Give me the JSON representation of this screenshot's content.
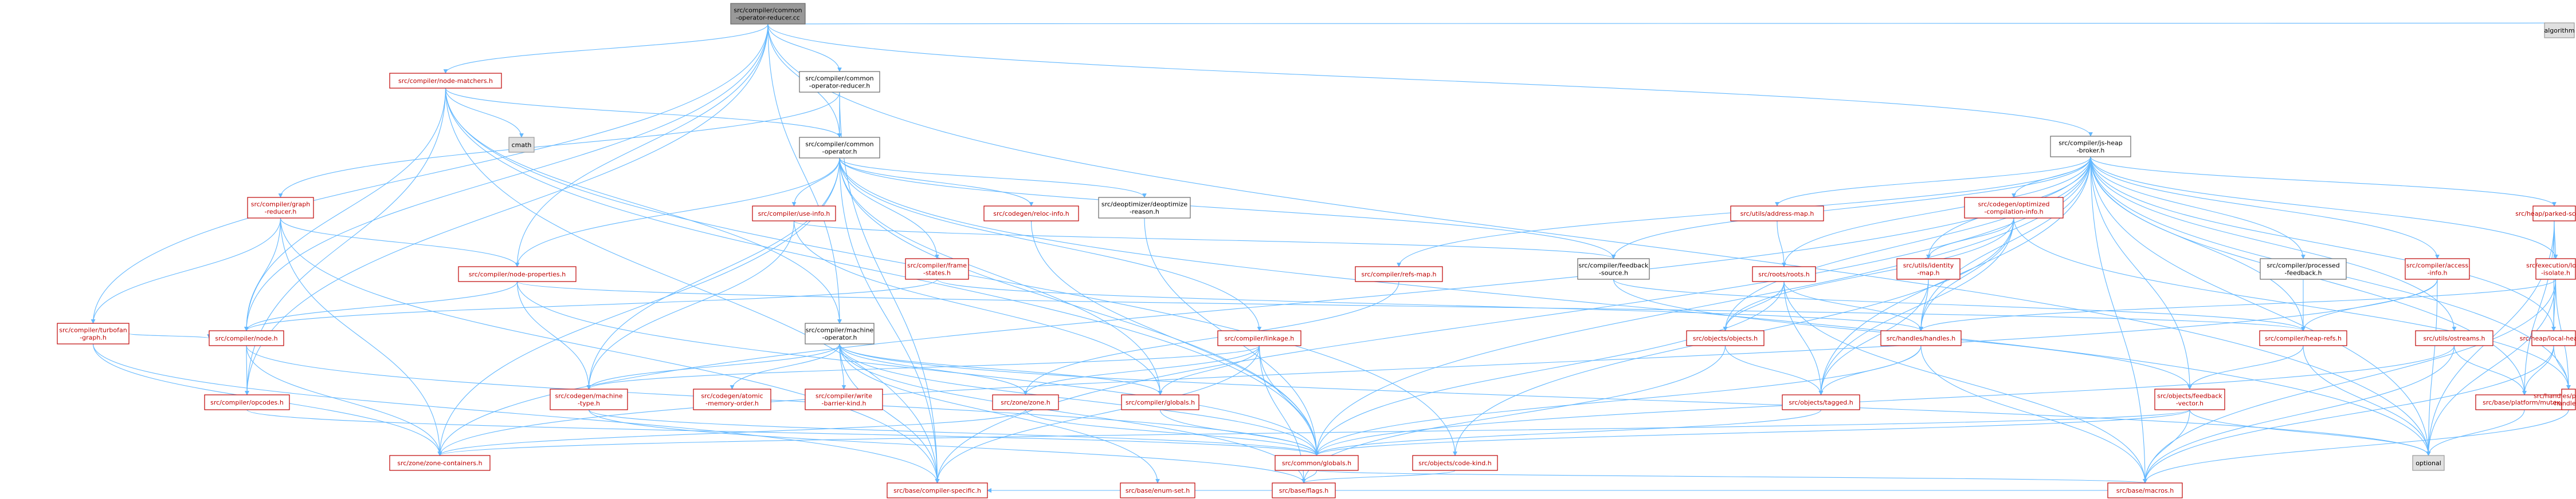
{
  "nodes": [
    {
      "id": "root",
      "label": [
        "src/compiler/common",
        "-operator-reducer.cc"
      ],
      "style": "root"
    },
    {
      "id": "algorithm",
      "label": [
        "algorithm"
      ],
      "style": "gray"
    },
    {
      "id": "node_matchers",
      "label": [
        "src/compiler/node-matchers.h"
      ],
      "style": "red"
    },
    {
      "id": "cmath",
      "label": [
        "cmath"
      ],
      "style": "gray"
    },
    {
      "id": "cor_h",
      "label": [
        "src/compiler/common",
        "-operator-reducer.h"
      ],
      "style": "black"
    },
    {
      "id": "js_heap_broker",
      "label": [
        "src/compiler/js-heap",
        "-broker.h"
      ],
      "style": "black"
    },
    {
      "id": "common_operator",
      "label": [
        "src/compiler/common",
        "-operator.h"
      ],
      "style": "black"
    },
    {
      "id": "graph_reducer",
      "label": [
        "src/compiler/graph",
        "-reducer.h"
      ],
      "style": "red"
    },
    {
      "id": "use_info",
      "label": [
        "src/compiler/use-info.h"
      ],
      "style": "red"
    },
    {
      "id": "reloc_info",
      "label": [
        "src/codegen/reloc-info.h"
      ],
      "style": "red"
    },
    {
      "id": "deopt_reason",
      "label": [
        "src/deoptimizer/deoptimize",
        "-reason.h"
      ],
      "style": "black"
    },
    {
      "id": "address_map",
      "label": [
        "src/utils/address-map.h"
      ],
      "style": "red"
    },
    {
      "id": "opt_comp_info",
      "label": [
        "src/codegen/optimized",
        "-compilation-info.h"
      ],
      "style": "red"
    },
    {
      "id": "parked_scope",
      "label": [
        "src/heap/parked-scope.h"
      ],
      "style": "red"
    },
    {
      "id": "node_properties",
      "label": [
        "src/compiler/node-properties.h"
      ],
      "style": "red"
    },
    {
      "id": "frame_states",
      "label": [
        "src/compiler/frame",
        "-states.h"
      ],
      "style": "red"
    },
    {
      "id": "refs_map",
      "label": [
        "src/compiler/refs-map.h"
      ],
      "style": "red"
    },
    {
      "id": "feedback_source",
      "label": [
        "src/compiler/feedback",
        "-source.h"
      ],
      "style": "black"
    },
    {
      "id": "roots",
      "label": [
        "src/roots/roots.h"
      ],
      "style": "red"
    },
    {
      "id": "identity_map",
      "label": [
        "src/utils/identity",
        "-map.h"
      ],
      "style": "red"
    },
    {
      "id": "processed_feedback",
      "label": [
        "src/compiler/processed",
        "-feedback.h"
      ],
      "style": "black"
    },
    {
      "id": "access_info",
      "label": [
        "src/compiler/access",
        "-info.h"
      ],
      "style": "red"
    },
    {
      "id": "local_isolate",
      "label": [
        "src/execution/local",
        "-isolate.h"
      ],
      "style": "red"
    },
    {
      "id": "turbofan_graph",
      "label": [
        "src/compiler/turbofan",
        "-graph.h"
      ],
      "style": "red"
    },
    {
      "id": "node",
      "label": [
        "src/compiler/node.h"
      ],
      "style": "red"
    },
    {
      "id": "machine_operator",
      "label": [
        "src/compiler/machine",
        "-operator.h"
      ],
      "style": "black"
    },
    {
      "id": "linkage",
      "label": [
        "src/compiler/linkage.h"
      ],
      "style": "red"
    },
    {
      "id": "objects_objects",
      "label": [
        "src/objects/objects.h"
      ],
      "style": "red"
    },
    {
      "id": "handles",
      "label": [
        "src/handles/handles.h"
      ],
      "style": "red"
    },
    {
      "id": "heap_refs",
      "label": [
        "src/compiler/heap-refs.h"
      ],
      "style": "red"
    },
    {
      "id": "ostreams",
      "label": [
        "src/utils/ostreams.h"
      ],
      "style": "red"
    },
    {
      "id": "local_heap",
      "label": [
        "src/heap/local-heap.h"
      ],
      "style": "red"
    },
    {
      "id": "opcodes",
      "label": [
        "src/compiler/opcodes.h"
      ],
      "style": "red"
    },
    {
      "id": "machine_type",
      "label": [
        "src/codegen/machine",
        "-type.h"
      ],
      "style": "red"
    },
    {
      "id": "atomic_memory_order",
      "label": [
        "src/codegen/atomic",
        "-memory-order.h"
      ],
      "style": "red"
    },
    {
      "id": "write_barrier_kind",
      "label": [
        "src/compiler/write",
        "-barrier-kind.h"
      ],
      "style": "red"
    },
    {
      "id": "zone",
      "label": [
        "src/zone/zone.h"
      ],
      "style": "red"
    },
    {
      "id": "globals_compiler",
      "label": [
        "src/compiler/globals.h"
      ],
      "style": "red"
    },
    {
      "id": "tagged",
      "label": [
        "src/objects/tagged.h"
      ],
      "style": "red"
    },
    {
      "id": "feedback_vector",
      "label": [
        "src/objects/feedback",
        "-vector.h"
      ],
      "style": "red"
    },
    {
      "id": "platform_mutex",
      "label": [
        "src/base/platform/mutex.h"
      ],
      "style": "red"
    },
    {
      "id": "persistent_handles",
      "label": [
        "src/handles/persistent",
        "-handles.h"
      ],
      "style": "red"
    },
    {
      "id": "optional",
      "label": [
        "optional"
      ],
      "style": "gray"
    },
    {
      "id": "zone_containers",
      "label": [
        "src/zone/zone-containers.h"
      ],
      "style": "red"
    },
    {
      "id": "common_globals",
      "label": [
        "src/common/globals.h"
      ],
      "style": "red"
    },
    {
      "id": "code_kind",
      "label": [
        "src/objects/code-kind.h"
      ],
      "style": "red"
    },
    {
      "id": "enum_set",
      "label": [
        "src/base/enum-set.h"
      ],
      "style": "red"
    },
    {
      "id": "flags",
      "label": [
        "src/base/flags.h"
      ],
      "style": "red"
    },
    {
      "id": "macros",
      "label": [
        "src/base/macros.h"
      ],
      "style": "red"
    },
    {
      "id": "compiler_specific",
      "label": [
        "src/base/compiler-specific.h"
      ],
      "style": "red"
    }
  ],
  "edges": [
    [
      "root",
      "algorithm"
    ],
    [
      "root",
      "node_matchers"
    ],
    [
      "root",
      "cor_h"
    ],
    [
      "root",
      "common_operator"
    ],
    [
      "root",
      "js_heap_broker"
    ],
    [
      "root",
      "node_properties"
    ],
    [
      "root",
      "machine_operator"
    ],
    [
      "root",
      "node"
    ],
    [
      "root",
      "turbofan_graph"
    ],
    [
      "root",
      "opcodes"
    ],
    [
      "root",
      "optional"
    ],
    [
      "node_matchers",
      "cmath"
    ],
    [
      "node_matchers",
      "common_operator"
    ],
    [
      "node_matchers",
      "machine_operator"
    ],
    [
      "node_matchers",
      "node"
    ],
    [
      "node_matchers",
      "opcodes"
    ],
    [
      "node_matchers",
      "common_globals"
    ],
    [
      "node_matchers",
      "compiler_specific"
    ],
    [
      "node_matchers",
      "code_kind"
    ],
    [
      "cor_h",
      "common_operator"
    ],
    [
      "cor_h",
      "graph_reducer"
    ],
    [
      "cor_h",
      "compiler_specific"
    ],
    [
      "common_operator",
      "use_info"
    ],
    [
      "common_operator",
      "reloc_info"
    ],
    [
      "common_operator",
      "deopt_reason"
    ],
    [
      "common_operator",
      "frame_states"
    ],
    [
      "common_operator",
      "feedback_source"
    ],
    [
      "common_operator",
      "linkage"
    ],
    [
      "common_operator",
      "node_properties"
    ],
    [
      "common_operator",
      "machine_type"
    ],
    [
      "common_operator",
      "zone_containers"
    ],
    [
      "common_operator",
      "common_globals"
    ],
    [
      "common_operator",
      "compiler_specific"
    ],
    [
      "common_operator",
      "globals_compiler"
    ],
    [
      "common_operator",
      "optional"
    ],
    [
      "graph_reducer",
      "node_properties"
    ],
    [
      "graph_reducer",
      "turbofan_graph"
    ],
    [
      "graph_reducer",
      "node"
    ],
    [
      "graph_reducer",
      "compiler_specific"
    ],
    [
      "graph_reducer",
      "zone_containers"
    ],
    [
      "use_info",
      "machine_type"
    ],
    [
      "use_info",
      "feedback_source"
    ],
    [
      "use_info",
      "globals_compiler"
    ],
    [
      "reloc_info",
      "common_globals"
    ],
    [
      "deopt_reason",
      "common_globals"
    ],
    [
      "frame_states",
      "node"
    ],
    [
      "frame_states",
      "handles"
    ],
    [
      "feedback_source",
      "heap_refs"
    ],
    [
      "feedback_source",
      "feedback_vector"
    ],
    [
      "linkage",
      "machine_type"
    ],
    [
      "linkage",
      "globals_compiler"
    ],
    [
      "linkage",
      "zone"
    ],
    [
      "linkage",
      "flags"
    ],
    [
      "linkage",
      "common_globals"
    ],
    [
      "linkage",
      "compiler_specific"
    ],
    [
      "node_properties",
      "node"
    ],
    [
      "node_properties",
      "machine_type"
    ],
    [
      "node_properties",
      "heap_refs"
    ],
    [
      "node_properties",
      "common_globals"
    ],
    [
      "turbofan_graph",
      "node"
    ],
    [
      "turbofan_graph",
      "zone_containers"
    ],
    [
      "turbofan_graph",
      "compiler_specific"
    ],
    [
      "node",
      "opcodes"
    ],
    [
      "node",
      "zone_containers"
    ],
    [
      "node",
      "common_globals"
    ],
    [
      "opcodes",
      "common_globals"
    ],
    [
      "machine_operator",
      "machine_type"
    ],
    [
      "machine_operator",
      "atomic_memory_order"
    ],
    [
      "machine_operator",
      "write_barrier_kind"
    ],
    [
      "machine_operator",
      "zone"
    ],
    [
      "machine_operator",
      "globals_compiler"
    ],
    [
      "machine_operator",
      "enum_set"
    ],
    [
      "machine_operator",
      "flags"
    ],
    [
      "machine_operator",
      "compiler_specific"
    ],
    [
      "machine_operator",
      "optional"
    ],
    [
      "machine_operator",
      "common_globals"
    ],
    [
      "js_heap_broker",
      "address_map"
    ],
    [
      "js_heap_broker",
      "opt_comp_info"
    ],
    [
      "js_heap_broker",
      "parked_scope"
    ],
    [
      "js_heap_broker",
      "refs_map"
    ],
    [
      "js_heap_broker",
      "feedback_source"
    ],
    [
      "js_heap_broker",
      "roots"
    ],
    [
      "js_heap_broker",
      "identity_map"
    ],
    [
      "js_heap_broker",
      "processed_feedback"
    ],
    [
      "js_heap_broker",
      "access_info"
    ],
    [
      "js_heap_broker",
      "local_isolate"
    ],
    [
      "js_heap_broker",
      "handles"
    ],
    [
      "js_heap_broker",
      "heap_refs"
    ],
    [
      "js_heap_broker",
      "ostreams"
    ],
    [
      "js_heap_broker",
      "local_heap"
    ],
    [
      "js_heap_broker",
      "persistent_handles"
    ],
    [
      "js_heap_broker",
      "objects_objects"
    ],
    [
      "js_heap_broker",
      "tagged"
    ],
    [
      "js_heap_broker",
      "feedback_vector"
    ],
    [
      "js_heap_broker",
      "common_globals"
    ],
    [
      "js_heap_broker",
      "macros"
    ],
    [
      "js_heap_broker",
      "optional"
    ],
    [
      "js_heap_broker",
      "platform_mutex"
    ],
    [
      "js_heap_broker",
      "zone_containers"
    ],
    [
      "js_heap_broker",
      "compiler_specific"
    ],
    [
      "address_map",
      "roots"
    ],
    [
      "opt_comp_info",
      "identity_map"
    ],
    [
      "opt_comp_info",
      "handles"
    ],
    [
      "opt_comp_info",
      "persistent_handles"
    ],
    [
      "opt_comp_info",
      "objects_objects"
    ],
    [
      "opt_comp_info",
      "code_kind"
    ],
    [
      "opt_comp_info",
      "tagged"
    ],
    [
      "parked_scope",
      "local_isolate"
    ],
    [
      "parked_scope",
      "local_heap"
    ],
    [
      "parked_scope",
      "platform_mutex"
    ],
    [
      "parked_scope",
      "optional"
    ],
    [
      "refs_map",
      "zone"
    ],
    [
      "roots",
      "objects_objects"
    ],
    [
      "roots",
      "handles"
    ],
    [
      "roots",
      "tagged"
    ],
    [
      "roots",
      "macros"
    ],
    [
      "roots",
      "common_globals"
    ],
    [
      "identity_map",
      "handles"
    ],
    [
      "identity_map",
      "tagged"
    ],
    [
      "processed_feedback",
      "heap_refs"
    ],
    [
      "access_info",
      "heap_refs"
    ],
    [
      "access_info",
      "zone_containers"
    ],
    [
      "access_info",
      "optional"
    ],
    [
      "local_isolate",
      "handles"
    ],
    [
      "local_isolate",
      "local_heap"
    ],
    [
      "local_isolate",
      "persistent_handles"
    ],
    [
      "local_isolate",
      "optional"
    ],
    [
      "local_isolate",
      "macros"
    ],
    [
      "objects_objects",
      "tagged"
    ],
    [
      "objects_objects",
      "flags"
    ],
    [
      "handles",
      "tagged"
    ],
    [
      "handles",
      "macros"
    ],
    [
      "handles",
      "common_globals"
    ],
    [
      "heap_refs",
      "optional"
    ],
    [
      "heap_refs",
      "feedback_vector"
    ],
    [
      "ostreams",
      "platform_mutex"
    ],
    [
      "ostreams",
      "macros"
    ],
    [
      "ostreams",
      "common_globals"
    ],
    [
      "local_heap",
      "platform_mutex"
    ],
    [
      "local_heap",
      "persistent_handles"
    ],
    [
      "local_heap",
      "macros"
    ],
    [
      "feedback_vector",
      "optional"
    ],
    [
      "feedback_vector",
      "macros"
    ],
    [
      "feedback_vector",
      "zone_containers"
    ],
    [
      "feedback_vector",
      "common_globals"
    ],
    [
      "platform_mutex",
      "optional"
    ],
    [
      "persistent_handles",
      "macros"
    ],
    [
      "zone",
      "zone_containers"
    ],
    [
      "zone",
      "common_globals"
    ],
    [
      "globals_compiler",
      "common_globals"
    ],
    [
      "machine_type",
      "common_globals"
    ],
    [
      "machine_type",
      "flags"
    ],
    [
      "tagged",
      "common_globals"
    ],
    [
      "common_globals",
      "macros"
    ],
    [
      "common_globals",
      "flags"
    ],
    [
      "code_kind",
      "flags"
    ],
    [
      "enum_set",
      "compiler_specific"
    ],
    [
      "flags",
      "compiler_specific"
    ],
    [
      "macros",
      "compiler_specific"
    ]
  ]
}
